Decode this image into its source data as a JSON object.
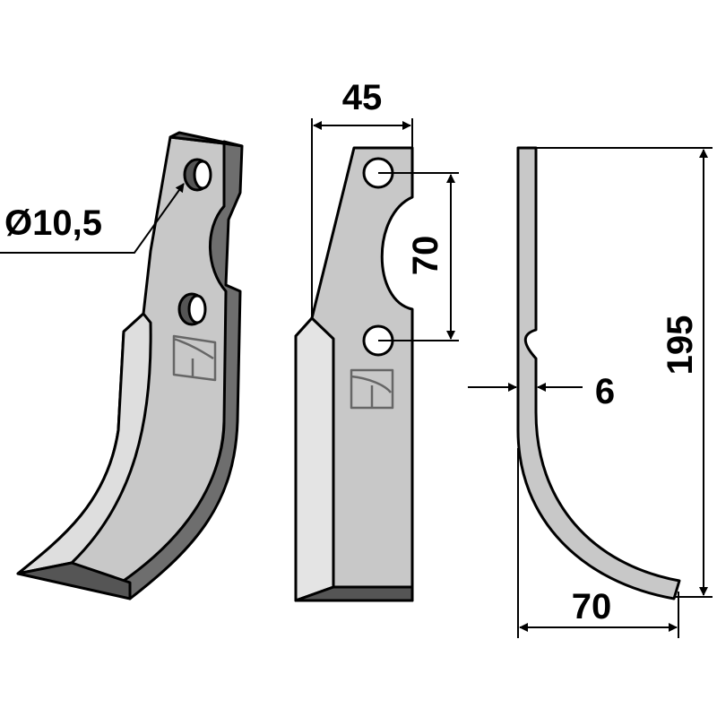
{
  "dimensions": {
    "hole_diameter": "Ø10,5",
    "width": "45",
    "hole_spacing": "70",
    "height": "195",
    "thickness": "6",
    "offset": "70"
  },
  "colors": {
    "steel": "#c8c8c8",
    "edge": "#7a7a7a",
    "bevel": "#e4e4e4",
    "line": "#000000"
  },
  "logo_icon": "manufacturer-logo-icon"
}
